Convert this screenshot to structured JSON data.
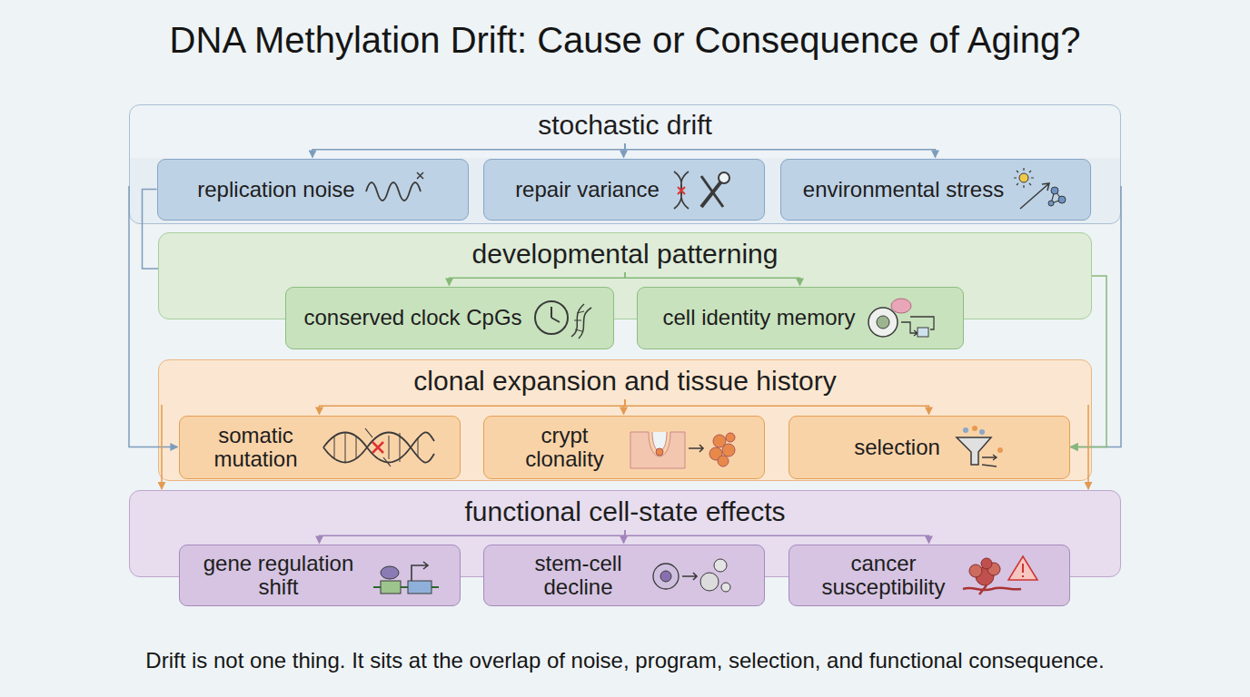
{
  "diagram": {
    "title": "DNA Methylation Drift: Cause or Consequence of Aging?",
    "caption": "Drift is not one thing. It sits at the overlap of noise, program, selection, and functional consequence.",
    "nodes": [
      {
        "text": [
          "stochastic drift"
        ]
      },
      {
        "text": [
          "replication noise"
        ],
        "in": 0
      },
      {
        "text": [
          "repair variance"
        ],
        "in": 0
      },
      {
        "text": [
          "environmental stress"
        ],
        "in": 0
      },
      {
        "text": [
          "developmental patterning"
        ]
      },
      {
        "text": [
          "conserved clock CpGs"
        ],
        "in": 4
      },
      {
        "text": [
          "cell identity memory"
        ],
        "in": 4
      },
      {
        "text": [
          "clonal expansion and tissue history"
        ]
      },
      {
        "text": [
          "somatic mutation"
        ],
        "in": 7
      },
      {
        "text": [
          "crypt clonality"
        ],
        "in": 7
      },
      {
        "text": [
          "selection"
        ],
        "in": 7
      },
      {
        "text": [
          "functional cell-state effects"
        ]
      },
      {
        "text": [
          "gene regulation shift"
        ],
        "in": 11
      },
      {
        "text": [
          "stem-cell decline"
        ],
        "in": 11
      },
      {
        "text": [
          "cancer susceptibility"
        ],
        "in": 11
      }
    ],
    "edges": [
      {
        "from": 0,
        "to": 1,
        "arrow": "to"
      },
      {
        "from": 0,
        "to": 2,
        "arrow": "to"
      },
      {
        "from": 0,
        "to": 3,
        "arrow": "to"
      },
      {
        "from": 4,
        "to": 5,
        "arrow": "to"
      },
      {
        "from": 4,
        "to": 6,
        "arrow": "to"
      },
      {
        "from": 7,
        "to": 8,
        "arrow": "to"
      },
      {
        "from": 7,
        "to": 9,
        "arrow": "to"
      },
      {
        "from": 7,
        "to": 10,
        "arrow": "to"
      },
      {
        "from": 11,
        "to": 12,
        "arrow": "to"
      },
      {
        "from": 11,
        "to": 13,
        "arrow": "to"
      },
      {
        "from": 11,
        "to": 14,
        "arrow": "to"
      },
      {
        "from": 1,
        "to": 4,
        "arrow": "none"
      },
      {
        "from": 0,
        "to": 8,
        "arrow": "to"
      },
      {
        "from": 0,
        "to": 10,
        "arrow": "to"
      },
      {
        "from": 4,
        "to": 10,
        "arrow": "to"
      },
      {
        "from": 7,
        "to": 11,
        "arrow": "to"
      },
      {
        "from": 7,
        "to": 11,
        "arrow": "to"
      }
    ]
  }
}
